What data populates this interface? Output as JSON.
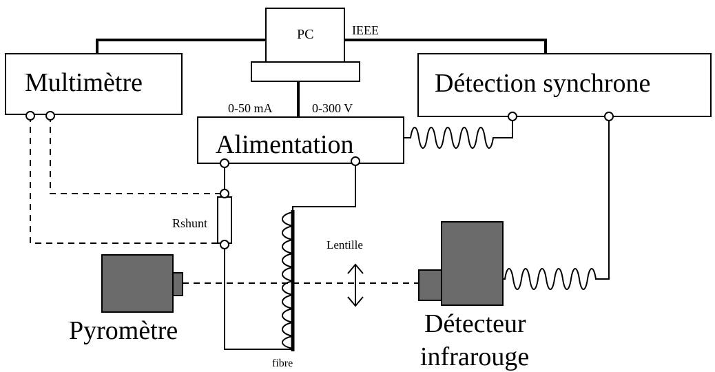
{
  "labels": {
    "pc": "PC",
    "ieee": "IEEE",
    "multimetre": "Multimètre",
    "detection_synchrone": "Détection synchrone",
    "current_range": "0-50 mA",
    "voltage_range": "0-300 V",
    "alimentation": "Alimentation",
    "rshunt": "Rshunt",
    "lentille": "Lentille",
    "pyrometre": "Pyromètre",
    "detecteur_line1": "Détecteur",
    "detecteur_line2": "infrarouge",
    "fibre": "fibre"
  }
}
